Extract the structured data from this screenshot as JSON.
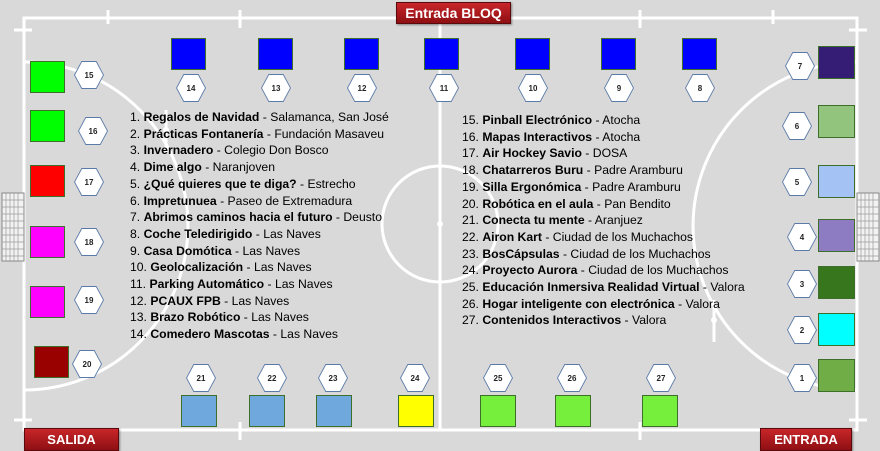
{
  "signs": {
    "top": "Entrada BLOQ",
    "exit": "SALIDA",
    "entry": "ENTRADA"
  },
  "left_list": [
    {
      "num": "1.",
      "name": "Regalos de Navidad",
      "place": "Salamanca, San José"
    },
    {
      "num": "2.",
      "name": "Prácticas Fontanería",
      "place": "Fundación Masaveu"
    },
    {
      "num": "3.",
      "name": "Invernadero",
      "place": "Colegio Don Bosco"
    },
    {
      "num": "4.",
      "name": "Dime algo",
      "place": "Naranjoven"
    },
    {
      "num": "5.",
      "name": "¿Qué quieres que te diga?",
      "place": "Estrecho"
    },
    {
      "num": "6.",
      "name": "Impretunuea",
      "place": "Paseo de Extremadura"
    },
    {
      "num": "7.",
      "name": "Abrimos caminos hacia el futuro",
      "place": "Deusto"
    },
    {
      "num": "8.",
      "name": "Coche Teledirigido",
      "place": "Las Naves"
    },
    {
      "num": "9.",
      "name": "Casa Domótica",
      "place": "Las Naves"
    },
    {
      "num": "10.",
      "name": "Geolocalización",
      "place": "Las Naves"
    },
    {
      "num": "11.",
      "name": "Parking Automático",
      "place": "Las Naves"
    },
    {
      "num": "12.",
      "name": "PCAUX FPB",
      "place": "Las Naves"
    },
    {
      "num": "13.",
      "name": "Brazo Robótico",
      "place": "Las Naves"
    },
    {
      "num": "14.",
      "name": "Comedero Mascotas",
      "place": "Las Naves"
    }
  ],
  "right_list": [
    {
      "num": "15.",
      "name": "Pinball Electrónico",
      "place": "Atocha"
    },
    {
      "num": "16.",
      "name": "Mapas Interactivos",
      "place": "Atocha"
    },
    {
      "num": "17.",
      "name": "Air Hockey Savio",
      "place": "DOSA"
    },
    {
      "num": "18.",
      "name": "Chatarreros Buru",
      "place": "Padre Aramburu"
    },
    {
      "num": "19.",
      "name": "Silla Ergonómica",
      "place": "Padre Aramburu"
    },
    {
      "num": "20.",
      "name": "Robótica en el aula",
      "place": "Pan Bendito"
    },
    {
      "num": "21.",
      "name": " Conecta tu mente",
      "place": "Aranjuez"
    },
    {
      "num": "22.",
      "name": "Airon Kart",
      "place": "Ciudad de los Muchachos"
    },
    {
      "num": "23.",
      "name": "BosCápsulas",
      "place": "Ciudad de los Muchachos"
    },
    {
      "num": "24.",
      "name": "Proyecto Aurora",
      "place": "Ciudad de los Muchachos"
    },
    {
      "num": "25.",
      "name": "Educación Inmersiva Realidad Virtual",
      "place": "Valora"
    },
    {
      "num": "26.",
      "name": "Hogar inteligente con electrónica",
      "place": "Valora"
    },
    {
      "num": "27.",
      "name": "Contenidos Interactivos",
      "place": "Valora"
    }
  ],
  "booths": [
    {
      "id": "1",
      "color": "#70ad47"
    },
    {
      "id": "2",
      "color": "#00ffff"
    },
    {
      "id": "3",
      "color": "#38761d"
    },
    {
      "id": "4",
      "color": "#8e7cc3"
    },
    {
      "id": "5",
      "color": "#a4c2f4"
    },
    {
      "id": "6",
      "color": "#93c47d"
    },
    {
      "id": "7",
      "color": "#351c75"
    },
    {
      "id": "8",
      "color": "#0000ff"
    },
    {
      "id": "9",
      "color": "#0000ff"
    },
    {
      "id": "10",
      "color": "#0000ff"
    },
    {
      "id": "11",
      "color": "#0000ff"
    },
    {
      "id": "12",
      "color": "#0000ff"
    },
    {
      "id": "13",
      "color": "#0000ff"
    },
    {
      "id": "14",
      "color": "#0000ff"
    },
    {
      "id": "15",
      "color": "#00ff00"
    },
    {
      "id": "16",
      "color": "#00ff00"
    },
    {
      "id": "17",
      "color": "#ff0000"
    },
    {
      "id": "18",
      "color": "#ff00ff"
    },
    {
      "id": "19",
      "color": "#ff00ff"
    },
    {
      "id": "20",
      "color": "#990000"
    },
    {
      "id": "21",
      "color": "#6fa8dc"
    },
    {
      "id": "22",
      "color": "#6fa8dc"
    },
    {
      "id": "23",
      "color": "#6fa8dc"
    },
    {
      "id": "24",
      "color": "#ffff00"
    },
    {
      "id": "25",
      "color": "#76ee3c"
    },
    {
      "id": "26",
      "color": "#76ee3c"
    },
    {
      "id": "27",
      "color": "#76ee3c"
    }
  ]
}
